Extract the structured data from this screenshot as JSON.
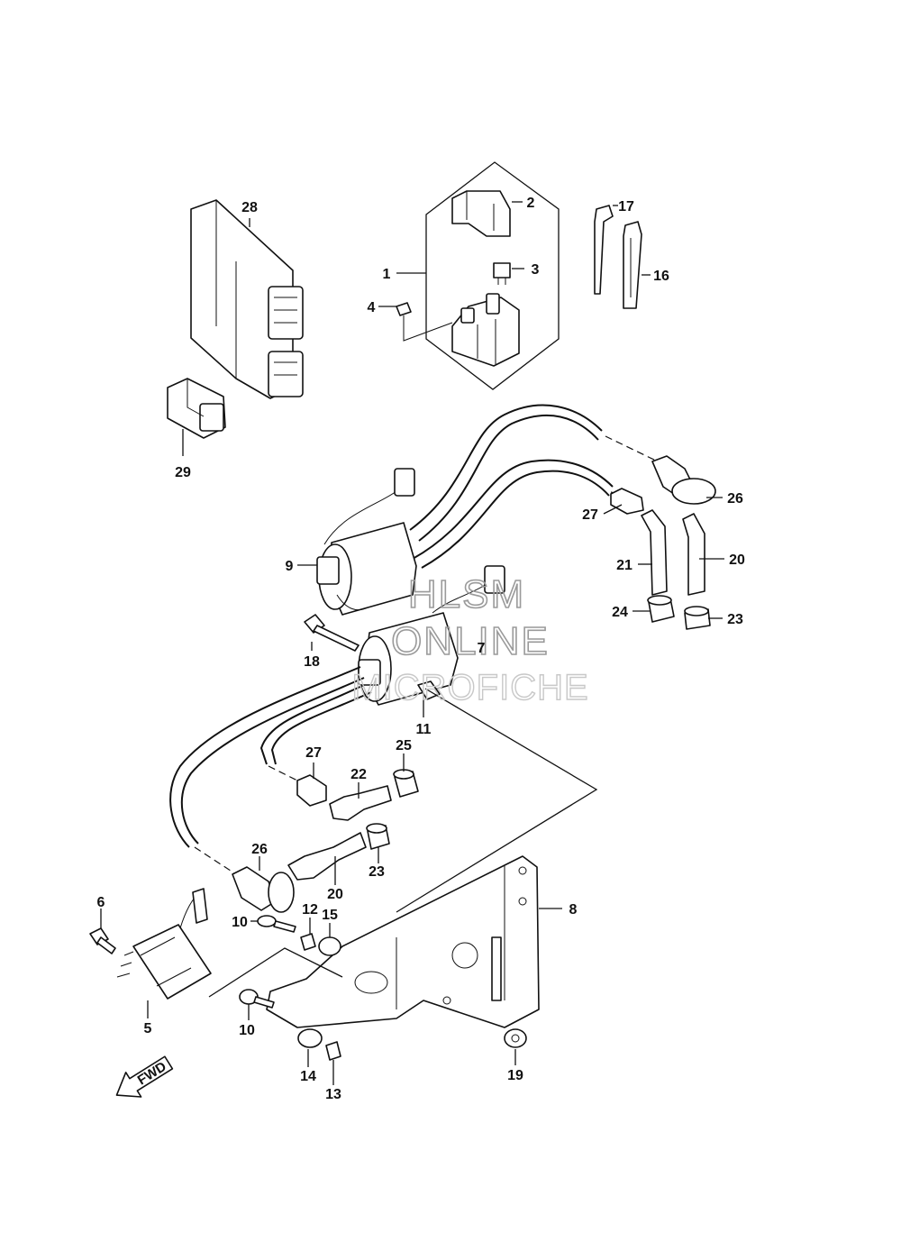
{
  "watermark": {
    "line1": "HLSM",
    "line2": "ONLINE",
    "line3": "MICROFICHE"
  },
  "fwd_label": "FWD",
  "callouts": {
    "c1": "1",
    "c2": "2",
    "c3": "3",
    "c4": "4",
    "c5": "5",
    "c6": "6",
    "c7": "7",
    "c8": "8",
    "c9": "9",
    "c10a": "10",
    "c10b": "10",
    "c11": "11",
    "c12": "12",
    "c13": "13",
    "c14": "14",
    "c15": "15",
    "c16": "16",
    "c17": "17",
    "c18": "18",
    "c19": "19",
    "c20a": "20",
    "c20b": "20",
    "c21": "21",
    "c22": "22",
    "c23a": "23",
    "c23b": "23",
    "c24": "24",
    "c25": "25",
    "c26a": "26",
    "c26b": "26",
    "c27a": "27",
    "c27b": "27",
    "c28": "28",
    "c29": "29"
  }
}
